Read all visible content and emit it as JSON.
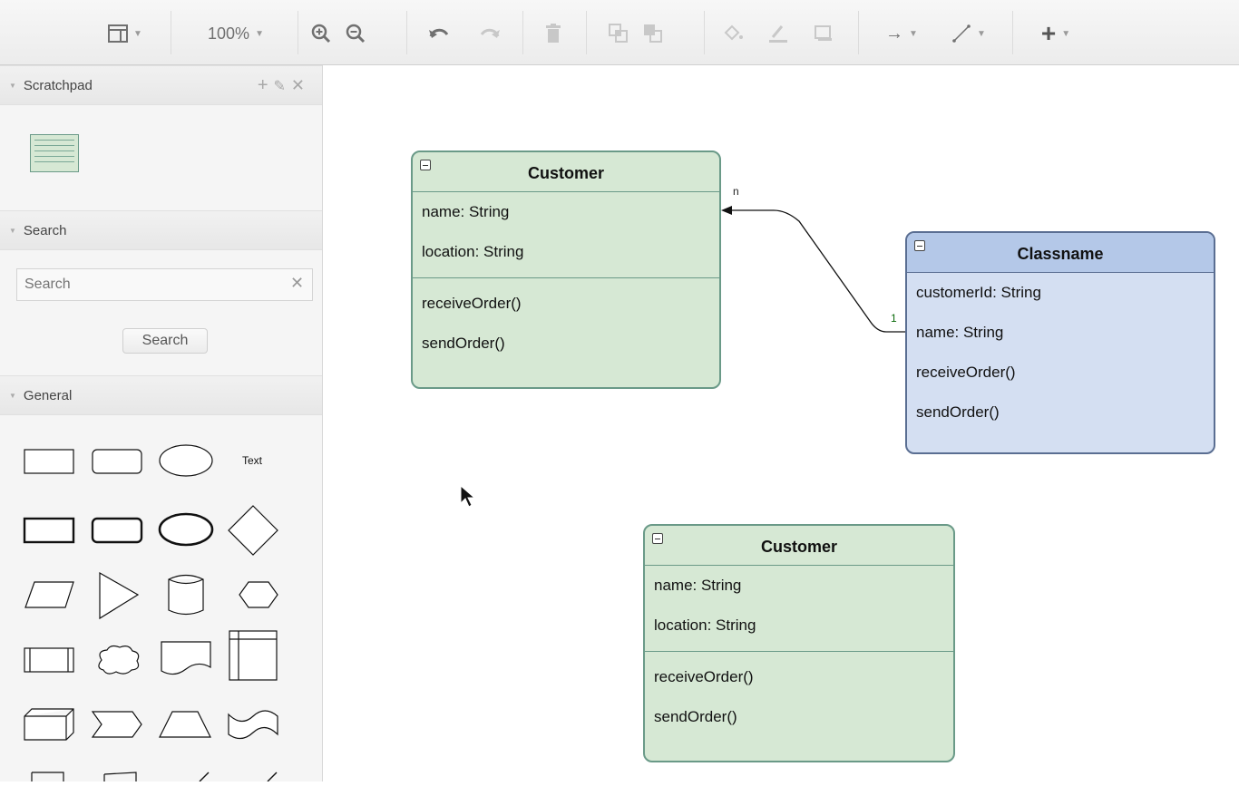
{
  "toolbar": {
    "zoom": "100%",
    "icons": [
      "format-panel-icon",
      "zoom-in-icon",
      "zoom-out-icon",
      "undo-icon",
      "redo-icon",
      "delete-icon",
      "to-front-icon",
      "to-back-icon",
      "fill-color-icon",
      "line-color-icon",
      "shadow-icon",
      "connection-icon",
      "waypoints-icon",
      "insert-icon"
    ]
  },
  "sidebar": {
    "scratchpad": {
      "title": "Scratchpad"
    },
    "search": {
      "title": "Search",
      "placeholder": "Search",
      "button_label": "Search"
    },
    "general": {
      "title": "General",
      "text_shape_label": "Text"
    }
  },
  "canvas": {
    "classes": [
      {
        "title": "Customer",
        "attributes": [
          "name: String",
          "location: String"
        ],
        "methods": [
          "receiveOrder()",
          "sendOrder()"
        ]
      },
      {
        "title": "Classname",
        "attributes": [
          "customerId: String",
          "name: String",
          "receiveOrder()",
          "sendOrder()"
        ]
      },
      {
        "title": "Customer",
        "attributes": [
          "name: String",
          "location: String"
        ],
        "methods": [
          "receiveOrder()",
          "sendOrder()"
        ]
      }
    ],
    "edge": {
      "source_label": "1",
      "target_label": "n"
    }
  },
  "colors": {
    "uml_green_fill": "#d6e8d4",
    "uml_green_stroke": "#6a9a88",
    "uml_blue_fill": "#d4dff2",
    "uml_blue_header": "#b4c8e8"
  }
}
